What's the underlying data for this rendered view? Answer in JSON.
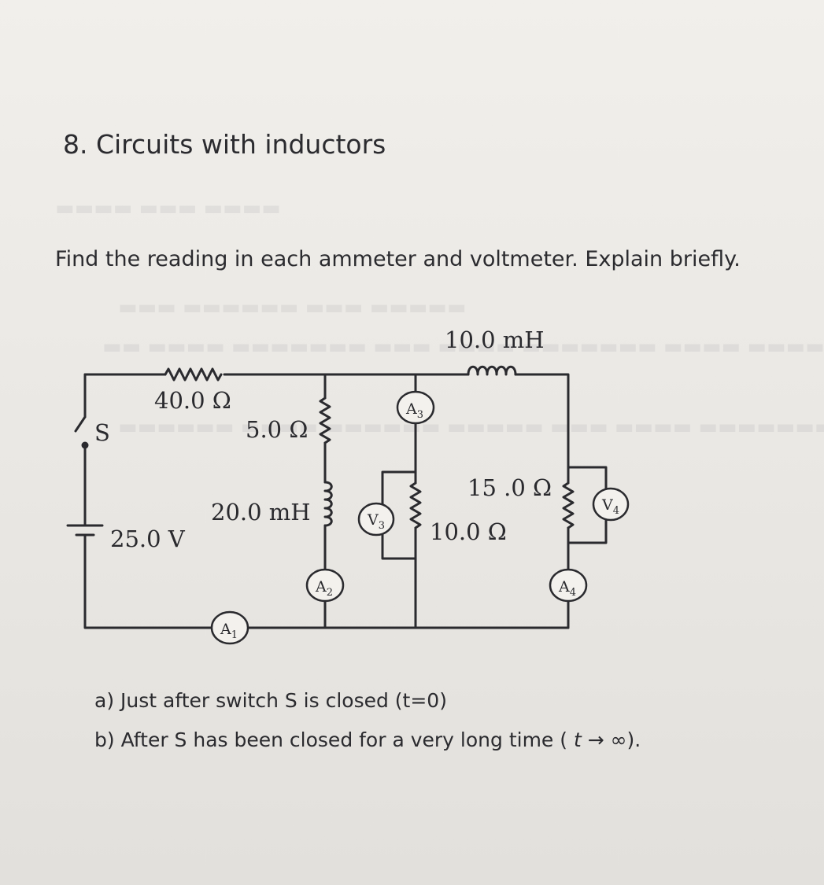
{
  "problem": {
    "title": "8. Circuits with inductors",
    "instruction": "Find the reading in each ammeter and voltmeter. Explain briefly."
  },
  "circuit": {
    "inductor_top": "10.0 mH",
    "resistor_top": "40.0 Ω",
    "switch": "S",
    "resistor_branch1": "5.0 Ω",
    "inductor_branch1": "20.0 mH",
    "battery": "25.0 V",
    "resistor_15": "15 .0 Ω",
    "resistor_10": "10.0 Ω",
    "meters": {
      "A1": "A",
      "A1_sub": "1",
      "A2": "A",
      "A2_sub": "2",
      "A3": "A",
      "A3_sub": "3",
      "A4": "A",
      "A4_sub": "4",
      "V3": "V",
      "V3_sub": "3",
      "V4": "V",
      "V4_sub": "4"
    }
  },
  "questions": {
    "a": "a)  Just after switch S is closed (t=0)",
    "b_prefix": "b)  After S has been closed for a very long time ( ",
    "b_t": "t",
    "b_arrow": " → ∞",
    "b_suffix": ")."
  }
}
